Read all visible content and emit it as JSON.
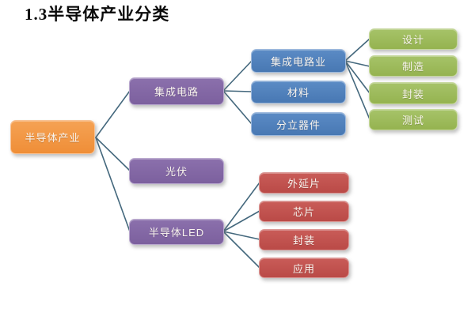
{
  "title": "1.3半导体产业分类",
  "colors": {
    "root": "#F0913D",
    "level1": "#8064A2",
    "ic_sub": "#4F81BD",
    "ic_leaf": "#9BBB59",
    "led_leaf": "#C0504D",
    "connector": "#44687D"
  },
  "tree": {
    "root": {
      "label": "半导体产业"
    },
    "branches": [
      {
        "label": "集成电路",
        "children": [
          {
            "label": "集成电路业",
            "children": [
              {
                "label": "设计"
              },
              {
                "label": "制造"
              },
              {
                "label": "封装"
              },
              {
                "label": "测试"
              }
            ]
          },
          {
            "label": "材料"
          },
          {
            "label": "分立器件"
          }
        ]
      },
      {
        "label": "光伏"
      },
      {
        "label": "半导体LED",
        "children": [
          {
            "label": "外延片"
          },
          {
            "label": "芯片"
          },
          {
            "label": "封装"
          },
          {
            "label": "应用"
          }
        ]
      }
    ]
  }
}
